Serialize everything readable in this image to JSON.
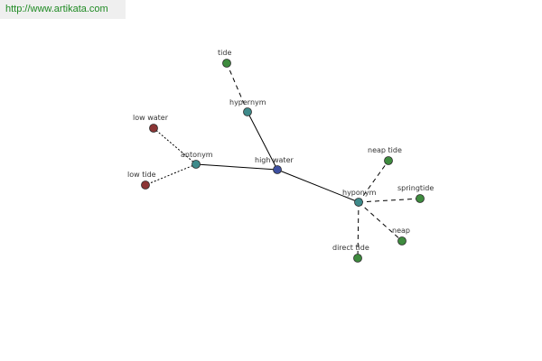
{
  "site_url": "http://www.artikata.com",
  "colors": {
    "center": "#3d4fa0",
    "relation": "#3e8a8a",
    "related": "#3e8b3e",
    "antonym_target": "#8b3535",
    "edge": "#000000",
    "node_stroke": "#2a2a2a"
  },
  "nodes": [
    {
      "id": "high-water",
      "label": "high water",
      "kind": "center"
    },
    {
      "id": "hypernym",
      "label": "hypernym",
      "kind": "relation"
    },
    {
      "id": "antonym",
      "label": "antonym",
      "kind": "relation"
    },
    {
      "id": "hyponym",
      "label": "hyponym",
      "kind": "relation"
    },
    {
      "id": "tide",
      "label": "tide",
      "kind": "related"
    },
    {
      "id": "low-water",
      "label": "low water",
      "kind": "antonym_target"
    },
    {
      "id": "low-tide",
      "label": "low tide",
      "kind": "antonym_target"
    },
    {
      "id": "neap-tide",
      "label": "neap tide",
      "kind": "related"
    },
    {
      "id": "springtide",
      "label": "springtide",
      "kind": "related"
    },
    {
      "id": "neap",
      "label": "neap",
      "kind": "related"
    },
    {
      "id": "direct-tide",
      "label": "direct tide",
      "kind": "related"
    }
  ],
  "edges": [
    {
      "from": "high-water",
      "to": "hypernym",
      "style": "solid"
    },
    {
      "from": "high-water",
      "to": "antonym",
      "style": "solid"
    },
    {
      "from": "high-water",
      "to": "hyponym",
      "style": "solid"
    },
    {
      "from": "hypernym",
      "to": "tide",
      "style": "dashed"
    },
    {
      "from": "antonym",
      "to": "low-water",
      "style": "dotted"
    },
    {
      "from": "antonym",
      "to": "low-tide",
      "style": "dotted"
    },
    {
      "from": "hyponym",
      "to": "neap-tide",
      "style": "dashed"
    },
    {
      "from": "hyponym",
      "to": "springtide",
      "style": "dashed"
    },
    {
      "from": "hyponym",
      "to": "neap",
      "style": "dashed"
    },
    {
      "from": "hyponym",
      "to": "direct-tide",
      "style": "dashed"
    }
  ]
}
